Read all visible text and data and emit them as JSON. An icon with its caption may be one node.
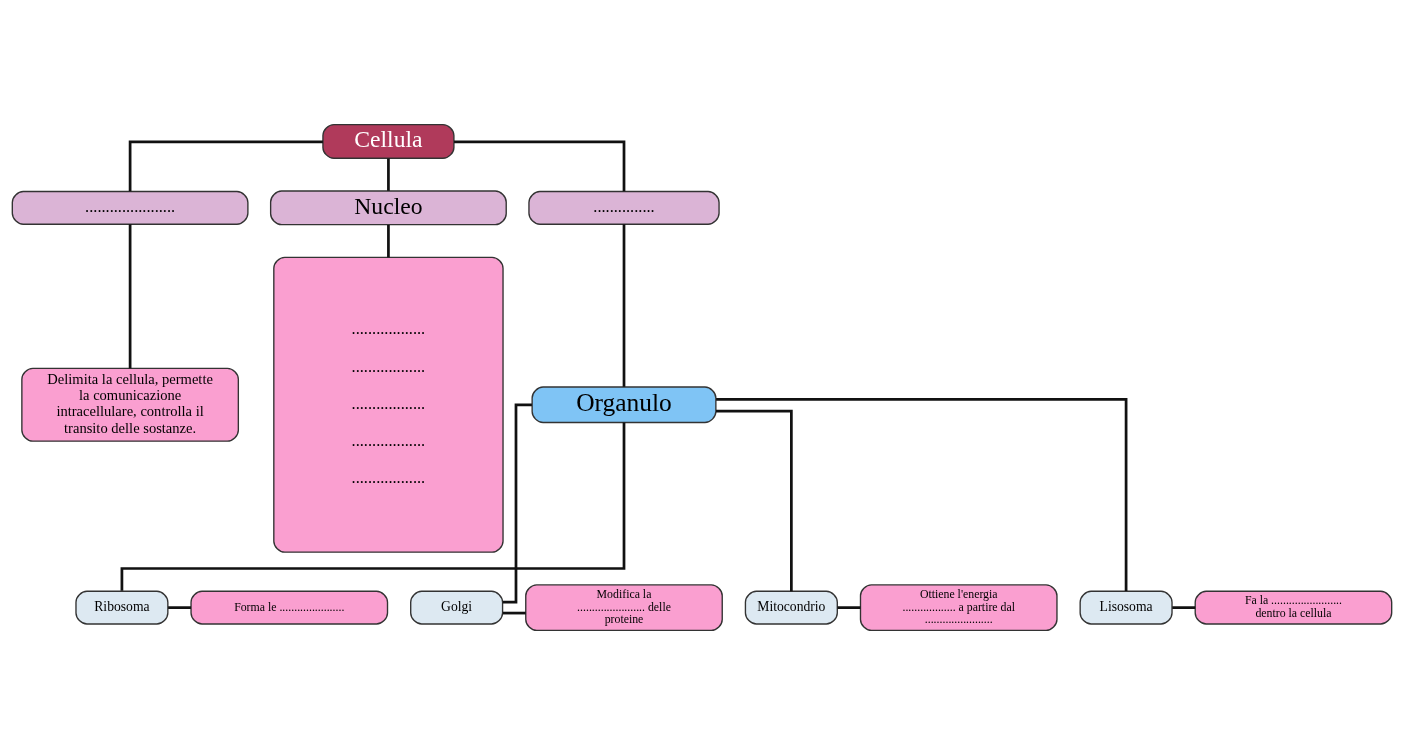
{
  "diagram": {
    "nodes": [
      {
        "text": [
          "Cellula"
        ]
      },
      {
        "text": [
          "......................"
        ]
      },
      {
        "text": [
          "Nucleo"
        ]
      },
      {
        "text": [
          "..............."
        ]
      },
      {
        "text": [
          "Delimita la cellula, permette la comunicazione intracellulare, controlla il transito delle sostanze."
        ]
      },
      {
        "text": [
          "..................",
          "..................",
          "..................",
          "..................",
          ".................."
        ]
      },
      {
        "text": [
          "Organulo"
        ]
      },
      {
        "text": [
          "Ribosoma"
        ]
      },
      {
        "text": [
          "Forma le ......................"
        ]
      },
      {
        "text": [
          "Golgi"
        ]
      },
      {
        "text": [
          "Modifica la ....................... delle proteine"
        ]
      },
      {
        "text": [
          "Mitocondrio"
        ]
      },
      {
        "text": [
          "Ottiene l'energia .................. a partire dal ......................."
        ]
      },
      {
        "text": [
          "Lisosoma"
        ]
      },
      {
        "text": [
          "Fa la ........................ dentro la cellula"
        ]
      }
    ],
    "edges": [
      {
        "from": 0,
        "to": 1,
        "arrow": "none"
      },
      {
        "from": 0,
        "to": 2,
        "arrow": "none"
      },
      {
        "from": 0,
        "to": 3,
        "arrow": "none"
      },
      {
        "from": 1,
        "to": 4,
        "arrow": "none"
      },
      {
        "from": 2,
        "to": 5,
        "arrow": "none"
      },
      {
        "from": 3,
        "to": 6,
        "arrow": "none"
      },
      {
        "from": 6,
        "to": 7,
        "arrow": "none"
      },
      {
        "from": 6,
        "to": 9,
        "arrow": "none"
      },
      {
        "from": 6,
        "to": 11,
        "arrow": "none"
      },
      {
        "from": 6,
        "to": 13,
        "arrow": "none"
      },
      {
        "from": 7,
        "to": 8,
        "arrow": "none"
      },
      {
        "from": 9,
        "to": 10,
        "arrow": "none"
      },
      {
        "from": 11,
        "to": 12,
        "arrow": "none"
      },
      {
        "from": 13,
        "to": 14,
        "arrow": "none"
      }
    ]
  }
}
